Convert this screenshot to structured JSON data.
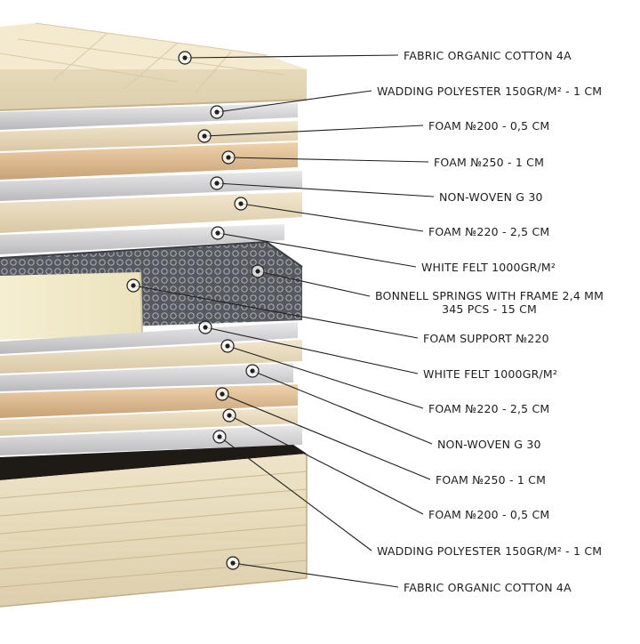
{
  "layers": [
    {
      "id": "fabric-top",
      "label": "FABRIC ORGANIC COTTON 4A"
    },
    {
      "id": "wadding-top",
      "label": "WADDING POLYESTER 150GR/M² - 1 CM"
    },
    {
      "id": "foam200-top",
      "label": "FOAM №200 - 0,5 CM"
    },
    {
      "id": "foam250-top",
      "label": "FOAM №250 - 1 CM"
    },
    {
      "id": "nonwoven-top",
      "label": "NON-WOVEN G 30"
    },
    {
      "id": "foam220-top",
      "label": "FOAM №220 - 2,5 CM"
    },
    {
      "id": "felt-top",
      "label": "WHITE FELT 1000GR/M²"
    },
    {
      "id": "springs",
      "label": "BONNELL SPRINGS WITH FRAME 2,4 MM",
      "label2": "345 PCS - 15 CM"
    },
    {
      "id": "foam-support",
      "label": "FOAM SUPPORT №220"
    },
    {
      "id": "felt-bottom",
      "label": "WHITE FELT 1000GR/M²"
    },
    {
      "id": "foam220-bottom",
      "label": "FOAM №220 - 2,5 CM"
    },
    {
      "id": "nonwoven-bottom",
      "label": "NON-WOVEN G 30"
    },
    {
      "id": "foam250-bottom",
      "label": "FOAM №250 - 1 CM"
    },
    {
      "id": "foam200-bottom",
      "label": "FOAM №200 - 0,5 CM"
    },
    {
      "id": "wadding-bottom",
      "label": "WADDING POLYESTER 150GR/M² - 1 CM"
    },
    {
      "id": "fabric-bottom",
      "label": "FABRIC ORGANIC COTTON 4A"
    }
  ]
}
